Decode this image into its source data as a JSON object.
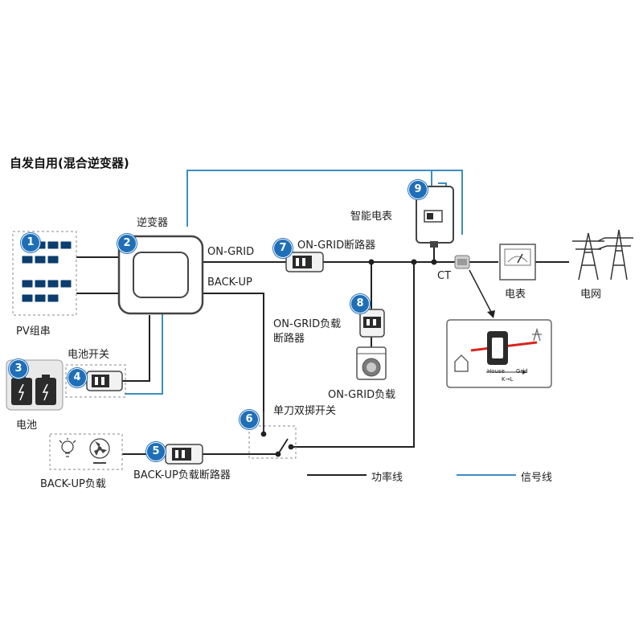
{
  "title": "自发自用(混合逆变器)",
  "labels": {
    "inverter": "逆变器",
    "on_grid": "ON-GRID",
    "back_up": "BACK-UP",
    "pv_string": "PV组串",
    "battery_switch": "电池开关",
    "battery": "电池",
    "on_grid_breaker": "ON-GRID断路器",
    "smart_meter": "智能电表",
    "ct": "CT",
    "meter": "电表",
    "grid": "电网",
    "on_grid_load_breaker_line1": "ON-GRID负载",
    "on_grid_load_breaker_line2": "断路器",
    "on_grid_load": "ON-GRID负载",
    "spdt_switch": "单刀双掷开关",
    "back_up_load_breaker": "BACK-UP负载断路器",
    "back_up_load": "BACK-UP负载",
    "ct_house": "House",
    "ct_grid": "Grid",
    "ct_kl": "K→L"
  },
  "badges": [
    "1",
    "2",
    "3",
    "4",
    "5",
    "6",
    "7",
    "8",
    "9"
  ],
  "legend": {
    "power_line": "功率线",
    "signal_line": "信号线"
  },
  "colors": {
    "power_line": "#222222",
    "signal_line": "#3a8fc4",
    "badge": "#1f6fb8",
    "ct_core": "#d9241c"
  }
}
